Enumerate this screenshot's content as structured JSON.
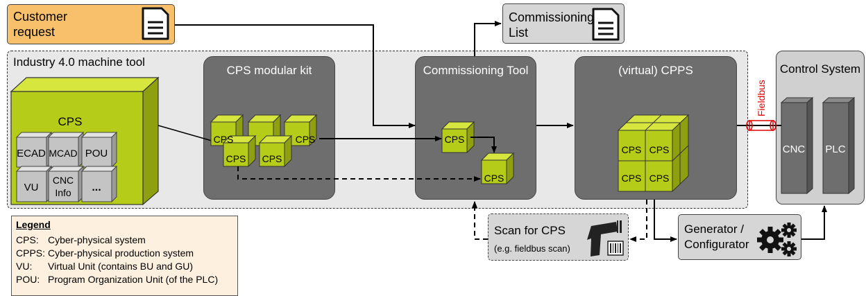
{
  "customer_request": {
    "line1": "Customer",
    "line2": "request"
  },
  "commissioning_list": {
    "line1": "Commissioning",
    "line2": "List"
  },
  "machine_tool": {
    "label": "Industry 4.0 machine tool"
  },
  "cps_block": {
    "title": "CPS",
    "items": [
      "ECAD",
      "MCAD",
      "POU",
      "VU",
      "CNC Info",
      "..."
    ]
  },
  "modular_kit": {
    "title": "CPS modular kit",
    "cube_label": "CPS"
  },
  "commissioning_tool": {
    "title": "Commissioning Tool",
    "cube_label": "CPS"
  },
  "cpps": {
    "title": "(virtual) CPPS",
    "cube_label": "CPS"
  },
  "fieldbus": {
    "label": "Fieldbus"
  },
  "control_system": {
    "title": "Control System",
    "cnc": "CNC",
    "plc": "PLC"
  },
  "scan": {
    "line1": "Scan for CPS",
    "line2": "(e.g. fieldbus scan)"
  },
  "generator": {
    "line1": "Generator /",
    "line2": "Configurator"
  },
  "legend": {
    "title": "Legend",
    "entries": [
      {
        "abbr": "CPS:",
        "text": "Cyber-physical system"
      },
      {
        "abbr": "CPPS:",
        "text": "Cyber-physical production system"
      },
      {
        "abbr": "VU:",
        "text": "Virtual Unit (contains BU and GU)"
      },
      {
        "abbr": "POU:",
        "text": "Program Organization Unit (of the PLC)"
      }
    ]
  },
  "colors": {
    "cps_green": "#b5cc18",
    "panel_gray": "#6e6e6e",
    "customer_orange": "#f8c06b",
    "legend_bg": "#fdf0de",
    "fieldbus_red": "#e00000"
  }
}
